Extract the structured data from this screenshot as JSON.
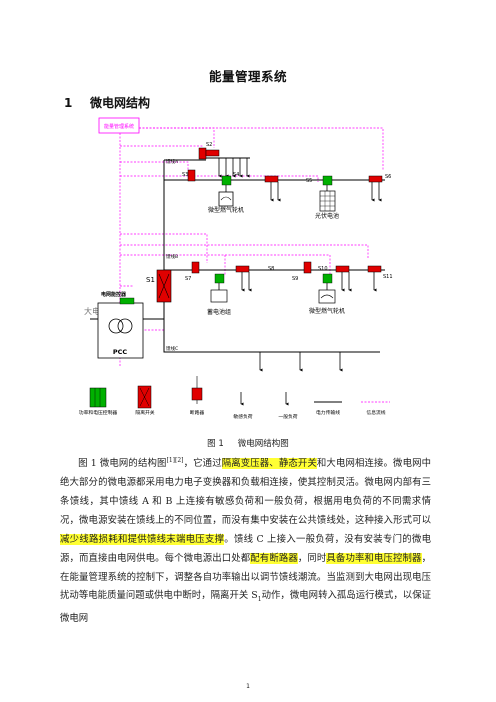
{
  "title": "能量管理系统",
  "section": {
    "number": "1",
    "title": "微电网结构"
  },
  "diagram": {
    "ems_label": "能量管理系统",
    "feeders": {
      "a": "馈线A",
      "b": "馈线B",
      "c": "馈线C"
    },
    "switches": {
      "s1": "S1",
      "s2": "S2",
      "s3": "S3",
      "s4": "S4",
      "s5": "S5",
      "s6": "S6",
      "s7": "S7",
      "s8": "S8",
      "s9": "S9",
      "s10": "S10",
      "s11": "S11"
    },
    "sources": {
      "turbine_a": "微型燃气轮机",
      "pv": "光伏电池",
      "battery": "蓄电池组",
      "turbine_b": "微型燃气轮机"
    },
    "grid_label": "大电网",
    "pcc_label": "PCC",
    "pcc_controller_label": "电网能控器",
    "legend": {
      "controller": "功率和电压控制器",
      "isolation_switch": "隔离开关",
      "breaker": "断路器",
      "sensitive_load": "敏感负荷",
      "general_load": "一般负荷",
      "power_line": "电力传输线",
      "info_line": "信息流线"
    },
    "colors": {
      "info_line": "#ff00ff",
      "breaker": "#e00000",
      "controller": "#00b000",
      "line": "#000000"
    }
  },
  "caption": {
    "figure": "图 1",
    "text": "微电网结构图"
  },
  "paragraph": {
    "p1": "图 1 微电网的结构图",
    "ref": "[1][2]",
    "p2": "，它通过",
    "hl1": "隔离变压器、静态开关",
    "p3": "和大电网相连接。微电网中绝大部分的微电源都采用电力电子变换器和负载相连接，使其控制灵活。微电网内部有三条馈线，其中馈线 A 和 B 上连接有敏感负荷和一般负荷，根据用电负荷的不同需求情况，微电源安装在馈线上的不同位置，而没有集中安装在公共馈线处，这种接入形式可以",
    "hl2": "减少线路损耗和提供馈线末端电压支撑",
    "p4": "。馈线 C 上接入一般负荷，没有安装专门的微电源，而直接由电网供电。每个微电源出口处都",
    "hl3": "配有断路器",
    "p5": "，同时",
    "hl4": "具备功率和电压控制器",
    "p6": "，在能量管理系统的控制下，调整各自功率输出以调节馈线潮流。当监测到大电网出现电压扰动等电能质量问题或供电中断时，隔离开关 S",
    "sub1": "1",
    "p7": "动作，微电网转入孤岛运行模式，以保证微电网"
  },
  "page_number": "1"
}
